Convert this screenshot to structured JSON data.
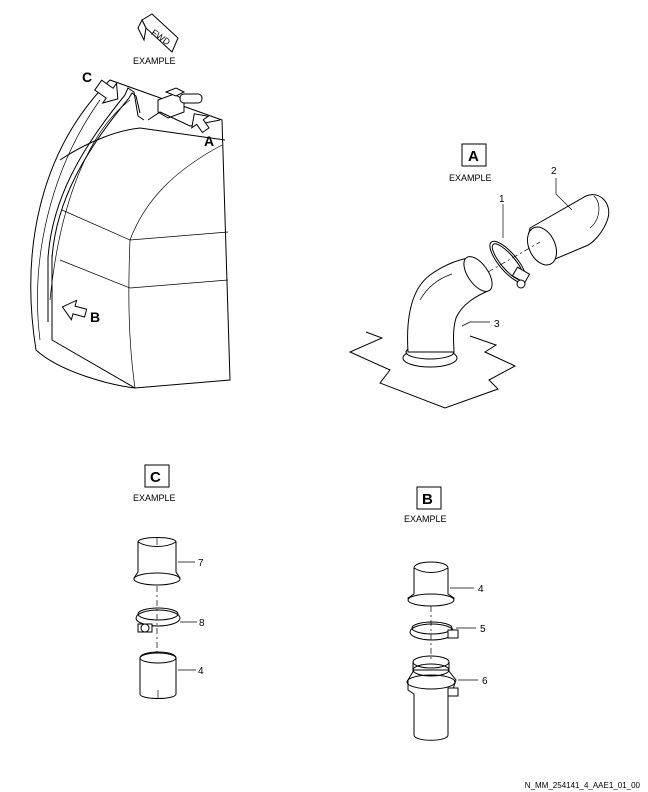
{
  "fwd_label": "FWD",
  "example_label": "EXAMPLE",
  "main_view": {
    "example": "EXAMPLE",
    "callouts": {
      "a": "A",
      "b": "B",
      "c": "C"
    }
  },
  "detail_a": {
    "title": "A",
    "example": "EXAMPLE",
    "items": {
      "n1": "1",
      "n2": "2",
      "n3": "3"
    }
  },
  "detail_c": {
    "title": "C",
    "example": "EXAMPLE",
    "items": {
      "n7": "7",
      "n8": "8",
      "n4": "4"
    }
  },
  "detail_b": {
    "title": "B",
    "example": "EXAMPLE",
    "items": {
      "n4": "4",
      "n5": "5",
      "n6": "6"
    }
  },
  "figure_id": "N_MM_254141_4_AAE1_01_00"
}
